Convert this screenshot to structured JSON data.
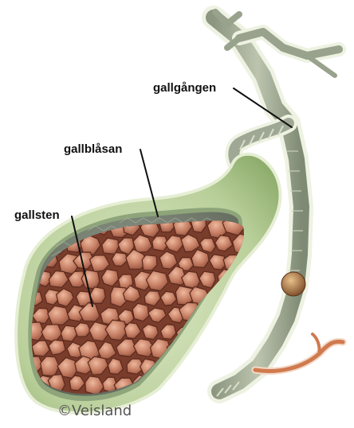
{
  "labels": {
    "gallbladder": "gallblåsan",
    "bile_duct": "gallgången",
    "gallstones": "gallsten"
  },
  "copyright": "©Veisland",
  "colors": {
    "gallbladder_wall": "#b9cf9a",
    "gallbladder_inner_wall": "#7f8b78",
    "stone": "#b9705a",
    "stone_highlight": "#e3a58c",
    "duct": "#a4ad97",
    "duct_outline": "#e8eed8",
    "stuck_stone": "#9a6a3c",
    "vessel": "#d07a4f"
  }
}
